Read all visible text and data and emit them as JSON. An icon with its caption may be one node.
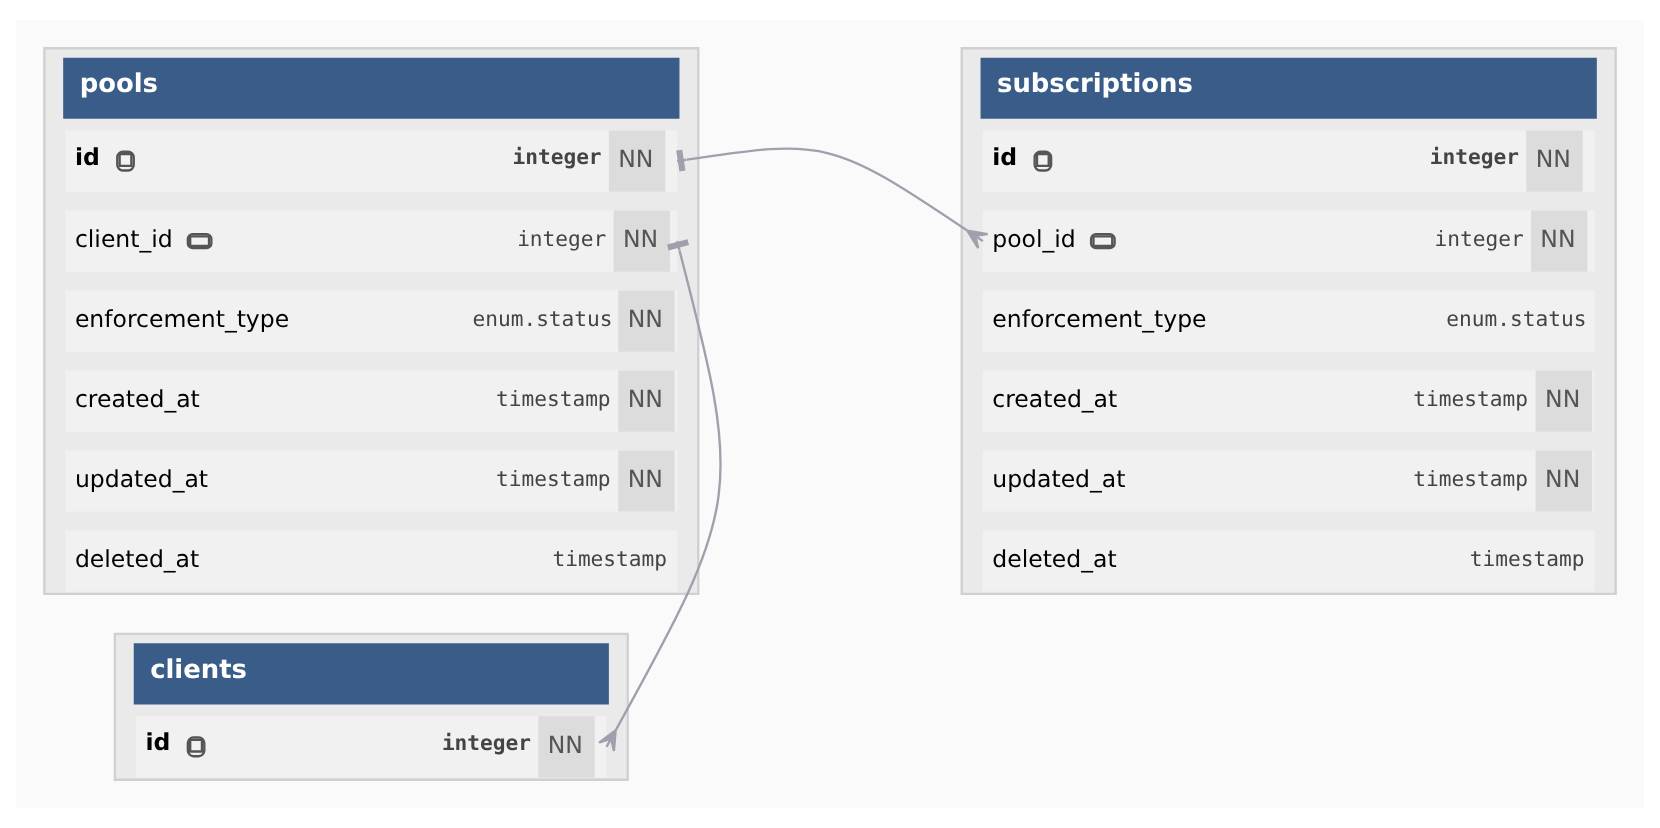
{
  "diagram": {
    "nodes": [
      {
        "text": [
          "pools"
        ]
      },
      {
        "text": [
          "id",
          "integer",
          "NN"
        ],
        "in": 0
      },
      {
        "text": [
          "client_id",
          "integer",
          "NN"
        ],
        "in": 0
      },
      {
        "text": [
          "enforcement_type",
          "enum.status",
          "NN"
        ],
        "in": 0
      },
      {
        "text": [
          "created_at",
          "timestamp",
          "NN"
        ],
        "in": 0
      },
      {
        "text": [
          "updated_at",
          "timestamp",
          "NN"
        ],
        "in": 0
      },
      {
        "text": [
          "deleted_at",
          "timestamp"
        ],
        "in": 0
      },
      {
        "text": [
          "subscriptions"
        ]
      },
      {
        "text": [
          "id",
          "integer",
          "NN"
        ],
        "in": 7
      },
      {
        "text": [
          "pool_id",
          "integer",
          "NN"
        ],
        "in": 7
      },
      {
        "text": [
          "enforcement_type",
          "enum.status"
        ],
        "in": 7
      },
      {
        "text": [
          "created_at",
          "timestamp",
          "NN"
        ],
        "in": 7
      },
      {
        "text": [
          "updated_at",
          "timestamp",
          "NN"
        ],
        "in": 7
      },
      {
        "text": [
          "deleted_at",
          "timestamp"
        ],
        "in": 7
      },
      {
        "text": [
          "clients"
        ]
      },
      {
        "text": [
          "id",
          "integer",
          "NN"
        ],
        "in": 14
      }
    ],
    "edges": [
      {
        "from": 1,
        "to": 9,
        "arrow": "other"
      },
      {
        "from": 15,
        "to": 2,
        "arrow": "other"
      }
    ]
  }
}
